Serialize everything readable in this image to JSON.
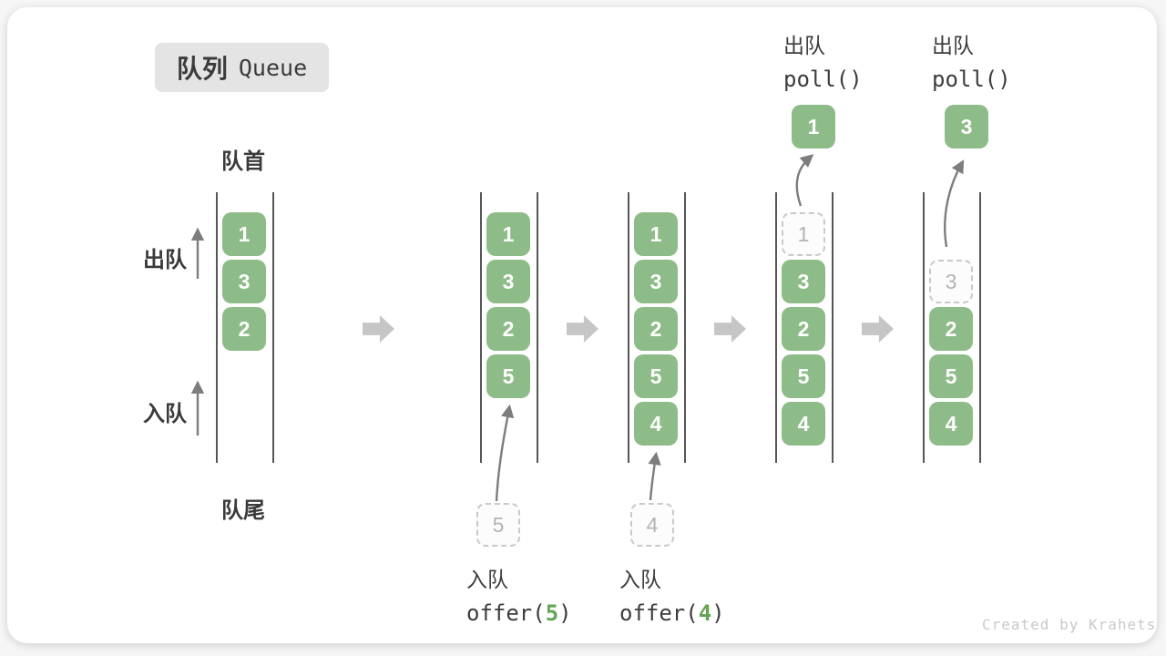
{
  "title": {
    "zh": "队列",
    "en": "Queue"
  },
  "side_labels": {
    "front": "队首",
    "rear": "队尾",
    "dequeue": "出队",
    "enqueue": "入队"
  },
  "queues": [
    {
      "name": "initial",
      "cells": [
        {
          "slot": 0,
          "value": "1"
        },
        {
          "slot": 1,
          "value": "3"
        },
        {
          "slot": 2,
          "value": "2"
        }
      ]
    },
    {
      "name": "after-offer-5",
      "cells": [
        {
          "slot": 0,
          "value": "1"
        },
        {
          "slot": 1,
          "value": "3"
        },
        {
          "slot": 2,
          "value": "2"
        },
        {
          "slot": 3,
          "value": "5"
        }
      ],
      "pending_value": "5"
    },
    {
      "name": "after-offer-4",
      "cells": [
        {
          "slot": 0,
          "value": "1"
        },
        {
          "slot": 1,
          "value": "3"
        },
        {
          "slot": 2,
          "value": "2"
        },
        {
          "slot": 3,
          "value": "5"
        },
        {
          "slot": 4,
          "value": "4"
        }
      ],
      "pending_value": "4"
    },
    {
      "name": "after-poll-1",
      "cells": [
        {
          "slot": 0,
          "value": "1",
          "ghost": true
        },
        {
          "slot": 1,
          "value": "3"
        },
        {
          "slot": 2,
          "value": "2"
        },
        {
          "slot": 3,
          "value": "5"
        },
        {
          "slot": 4,
          "value": "4"
        }
      ],
      "poll_value": "1"
    },
    {
      "name": "after-poll-3",
      "cells": [
        {
          "slot": 1,
          "value": "3",
          "ghost": true
        },
        {
          "slot": 2,
          "value": "2"
        },
        {
          "slot": 3,
          "value": "5"
        },
        {
          "slot": 4,
          "value": "4"
        }
      ],
      "poll_value": "3"
    }
  ],
  "enqueue_ops": [
    {
      "label": "入队",
      "code_before": "offer(",
      "arg": "5",
      "code_after": ")"
    },
    {
      "label": "入队",
      "code_before": "offer(",
      "arg": "4",
      "code_after": ")"
    }
  ],
  "dequeue_ops": [
    {
      "label": "出队",
      "code": "poll()"
    },
    {
      "label": "出队",
      "code": "poll()"
    }
  ],
  "watermark": "Created by Krahets",
  "colors": {
    "box_green": "#8ebc88",
    "arg_green": "#64a455",
    "dark_text": "#3a3a3a",
    "thin_arrow": "#7d7d7d",
    "block_arrow": "#c6c6c6",
    "dashed_border": "#c9c9c9",
    "ghost_text": "#b3b3b3",
    "queue_line": "#565656",
    "title_bg": "#e4e4e4",
    "watermark_gray": "#c9c9c9"
  }
}
